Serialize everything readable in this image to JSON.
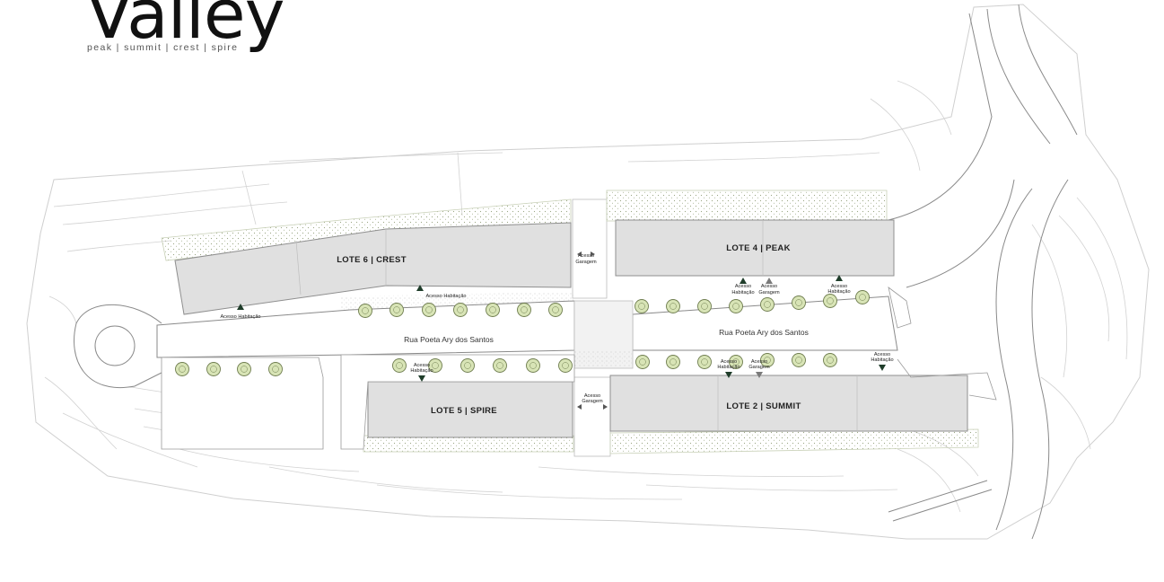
{
  "brand": {
    "title": "Valley",
    "tagline": "peak | summit | crest | spire"
  },
  "lots": {
    "lote6": "LOTE 6 | CREST",
    "lote4": "LOTE 4 | PEAK",
    "lote5": "LOTE 5 | SPIRE",
    "lote2": "LOTE 2 | SUMMIT"
  },
  "streets": {
    "left": "Rua Poeta Ary dos Santos",
    "right": "Rua Poeta Ary dos Santos"
  },
  "access": {
    "habitacao": "Acesso Habitação",
    "acesso": "Acesso",
    "garagem": "Garagem",
    "habitacao_short": "Habitação"
  },
  "colors": {
    "building": "#e0e0e0",
    "green_strip": "#e9eedf",
    "tree_fill": "#d8e4b6",
    "tree_stroke": "#6f7d4f",
    "line": "#bdbdbd",
    "road_edge": "#8a8a8a"
  }
}
